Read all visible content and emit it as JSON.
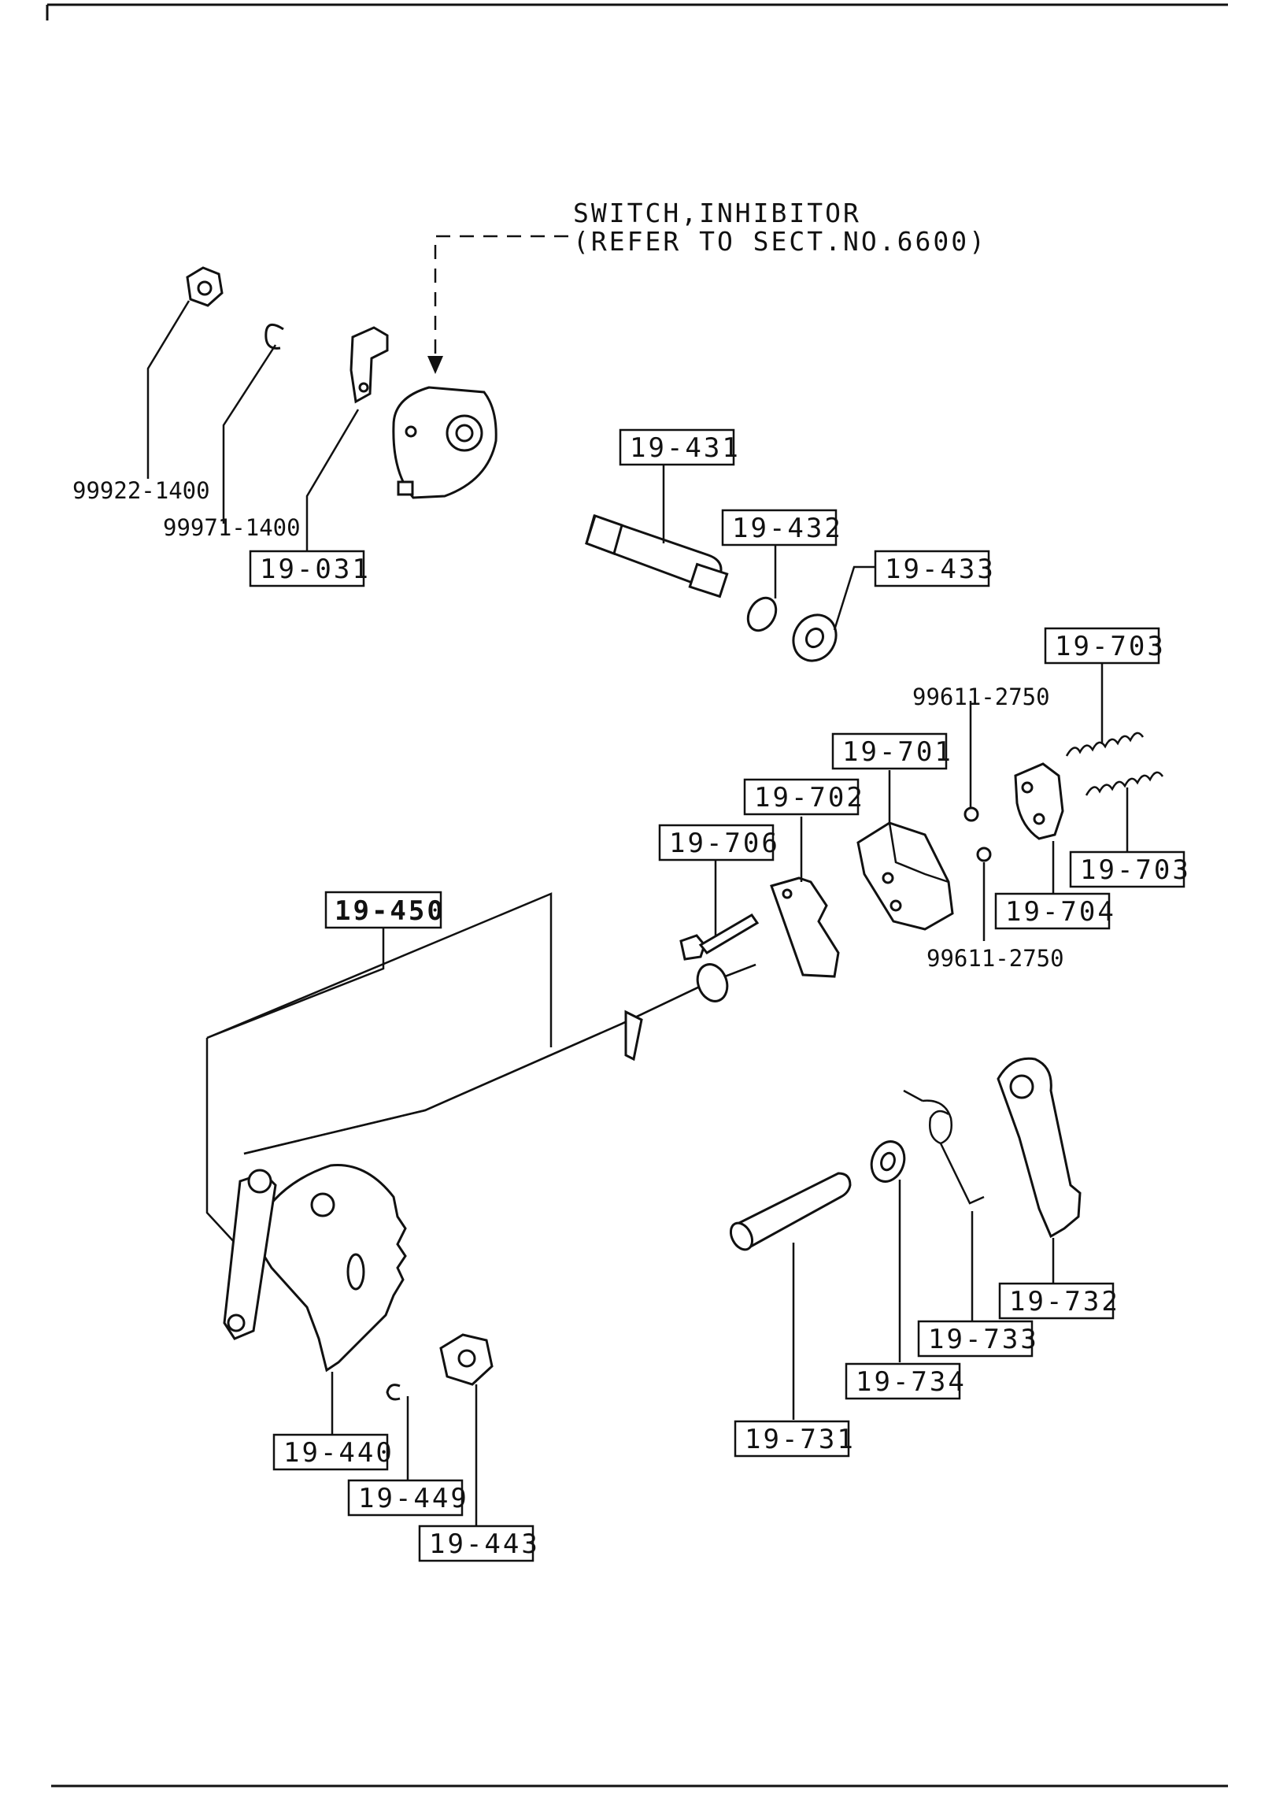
{
  "reference_note": {
    "line1": "SWITCH,INHIBITOR",
    "line2": "(REFER TO SECT.NO.6600)"
  },
  "parts": {
    "p99922_1400": "99922-1400",
    "p99971_1400": "99971-1400",
    "p19_031": "19-031",
    "p19_431": "19-431",
    "p19_432": "19-432",
    "p19_433": "19-433",
    "p19_703a": "19-703",
    "p99611_2750a": "99611-2750",
    "p19_701": "19-701",
    "p19_702": "19-702",
    "p19_706": "19-706",
    "p19_703b": "19-703",
    "p19_704": "19-704",
    "p99611_2750b": "99611-2750",
    "p19_450": "19-450",
    "p19_732": "19-732",
    "p19_733": "19-733",
    "p19_734": "19-734",
    "p19_731": "19-731",
    "p19_440": "19-440",
    "p19_449": "19-449",
    "p19_443": "19-443"
  }
}
